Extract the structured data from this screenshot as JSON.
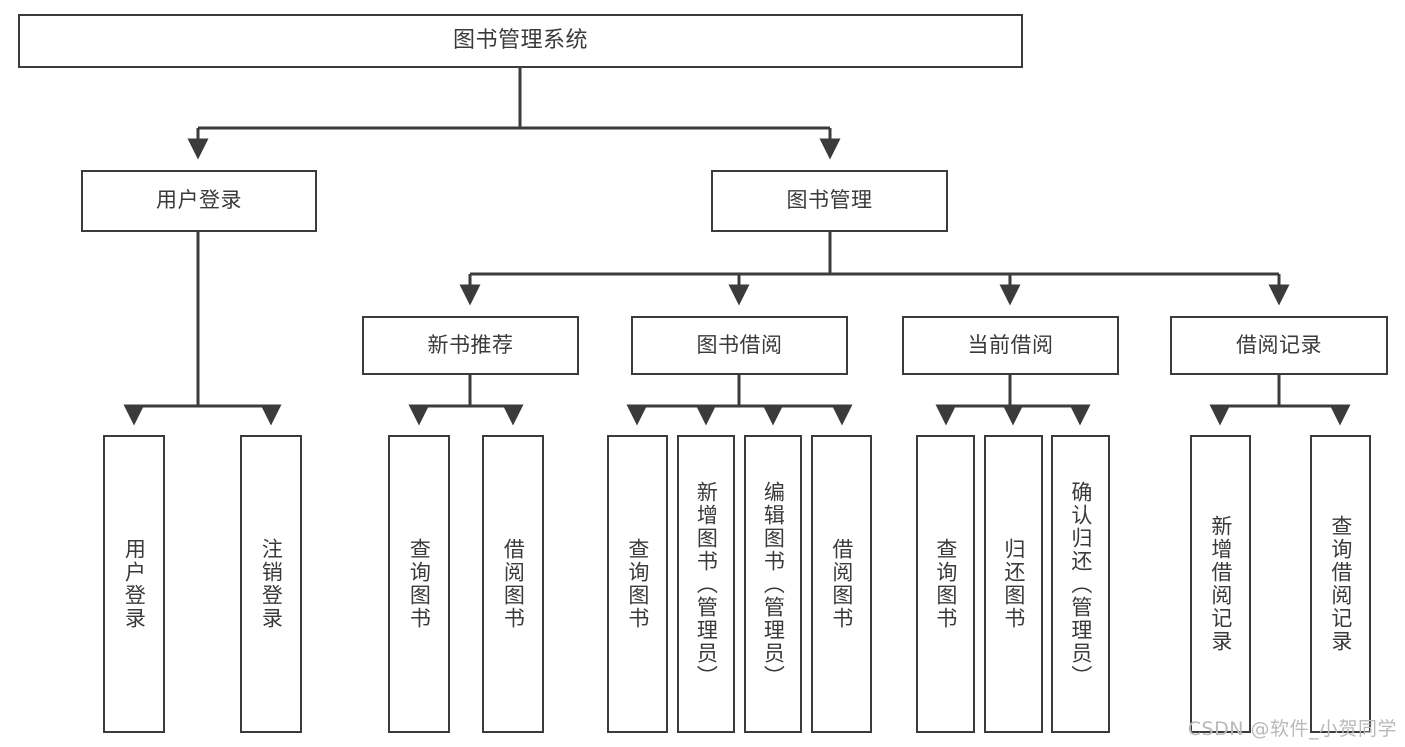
{
  "diagram": {
    "title": "图书管理系统",
    "type": "tree",
    "colors": {
      "box_border": "#3b3b3b",
      "box_fill": "#ffffff",
      "text": "#3a3a3a",
      "line": "#3b3b3b",
      "watermark": "#b9b9b9",
      "background": "#ffffff"
    },
    "watermark": "CSDN @软件_小贺同学"
  },
  "nodes": {
    "root": {
      "label": "图书管理系统"
    },
    "level1": [
      {
        "label": "用户登录"
      },
      {
        "label": "图书管理"
      }
    ],
    "level2": [
      {
        "label": "新书推荐"
      },
      {
        "label": "图书借阅"
      },
      {
        "label": "当前借阅"
      },
      {
        "label": "借阅记录"
      }
    ],
    "leaves": {
      "user_login": [
        {
          "label": "用户登录"
        },
        {
          "label": "注销登录"
        }
      ],
      "new_book_recommend": [
        {
          "label": "查询图书"
        },
        {
          "label": "借阅图书"
        }
      ],
      "book_borrow": [
        {
          "label": "查询图书"
        },
        {
          "label": "新增图书（管理员）"
        },
        {
          "label": "编辑图书（管理员）"
        },
        {
          "label": "借阅图书"
        }
      ],
      "current_borrow": [
        {
          "label": "查询图书"
        },
        {
          "label": "归还图书"
        },
        {
          "label": "确认归还（管理员）"
        }
      ],
      "borrow_record": [
        {
          "label": "新增借阅记录"
        },
        {
          "label": "查询借阅记录"
        }
      ]
    }
  }
}
